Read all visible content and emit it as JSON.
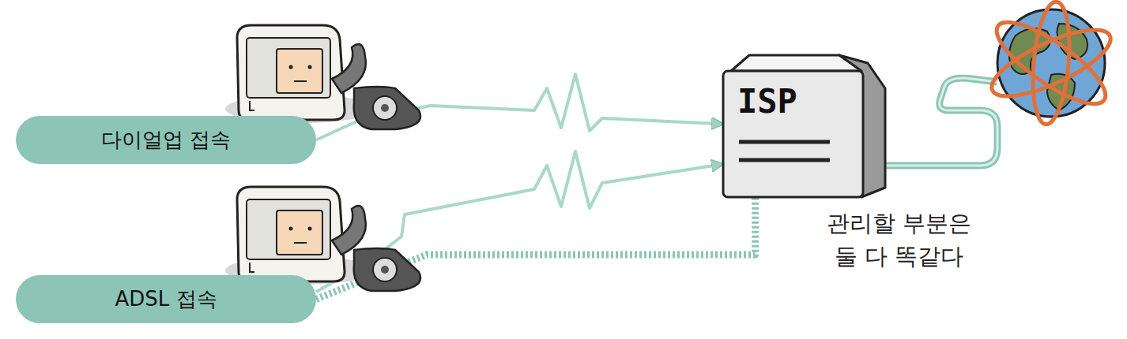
{
  "diagram": {
    "nodes": [
      {
        "text": [
          "다이얼업 접속"
        ]
      },
      {
        "text": [
          "ADSL 접속"
        ]
      },
      {
        "text": [
          "ISP"
        ]
      }
    ],
    "edges": [
      {
        "from": 0,
        "to": 2,
        "arrow": "to"
      },
      {
        "from": 1,
        "to": 2,
        "arrow": "to"
      },
      {
        "from": 1,
        "to": 2,
        "arrow": "none"
      }
    ],
    "labels": [
      "관리할 부분은 둘 다 똑같다"
    ]
  }
}
